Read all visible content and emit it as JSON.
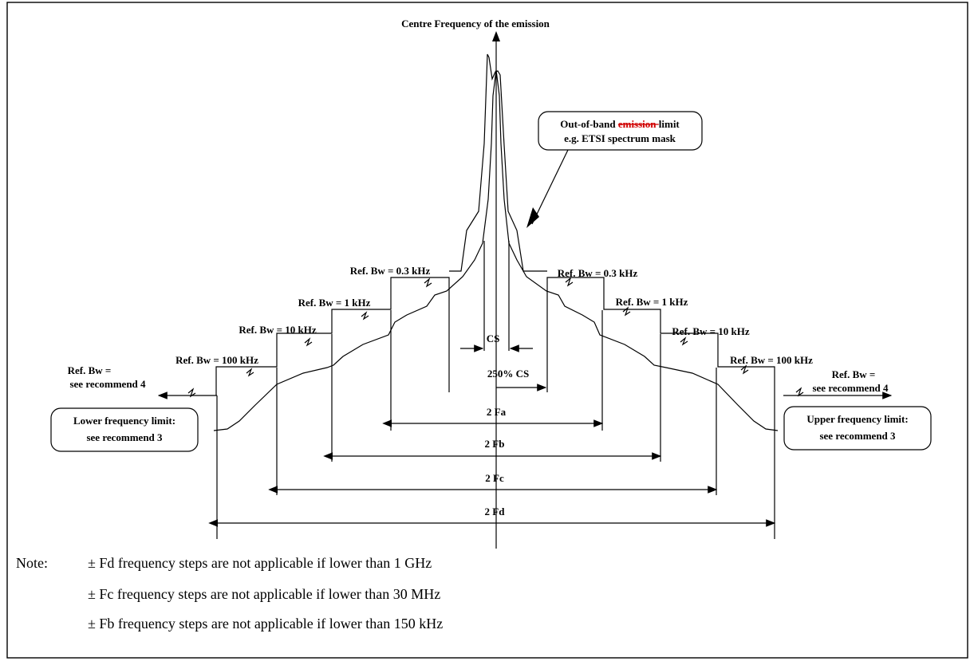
{
  "title": "Centre Frequency of the emission",
  "callout": {
    "line1_prefix": "Out-of-band ",
    "line1_deleted": "emission ",
    "line1_suffix": "limit",
    "line2": "e.g. ETSI spectrum mask",
    "deleted_color": "#d00000"
  },
  "left_labels": [
    "Ref. Bw = 0.3 kHz",
    "Ref. Bw = 1 kHz",
    "Ref. Bw = 10 kHz",
    "Ref. Bw = 100 kHz"
  ],
  "right_labels": [
    "Ref. Bw = 0.3 kHz",
    "Ref. Bw = 1 kHz",
    "Ref. Bw = 10 kHz",
    "Ref. Bw = 100 kHz"
  ],
  "left_ref": {
    "line1": "Ref. Bw =",
    "line2": "see recommend 4"
  },
  "right_ref": {
    "line1": "Ref. Bw =",
    "line2": "see recommend 4"
  },
  "lower_limit": {
    "line1": "Lower frequency limit:",
    "line2": "see recommend 3"
  },
  "upper_limit": {
    "line1": "Upper frequency limit:",
    "line2": "see recommend 3"
  },
  "cs_label": "CS",
  "cs250_label": "250% CS",
  "spans": [
    "2 Fa",
    "2 Fb",
    "2 Fc",
    "2 Fd"
  ],
  "note": {
    "label": "Note:",
    "lines": [
      "± Fd frequency steps are not applicable if lower than 1 GHz",
      "± Fc frequency steps are not applicable if lower than 30 MHz",
      "± Fb frequency steps are not applicable if lower than 150 kHz"
    ]
  }
}
